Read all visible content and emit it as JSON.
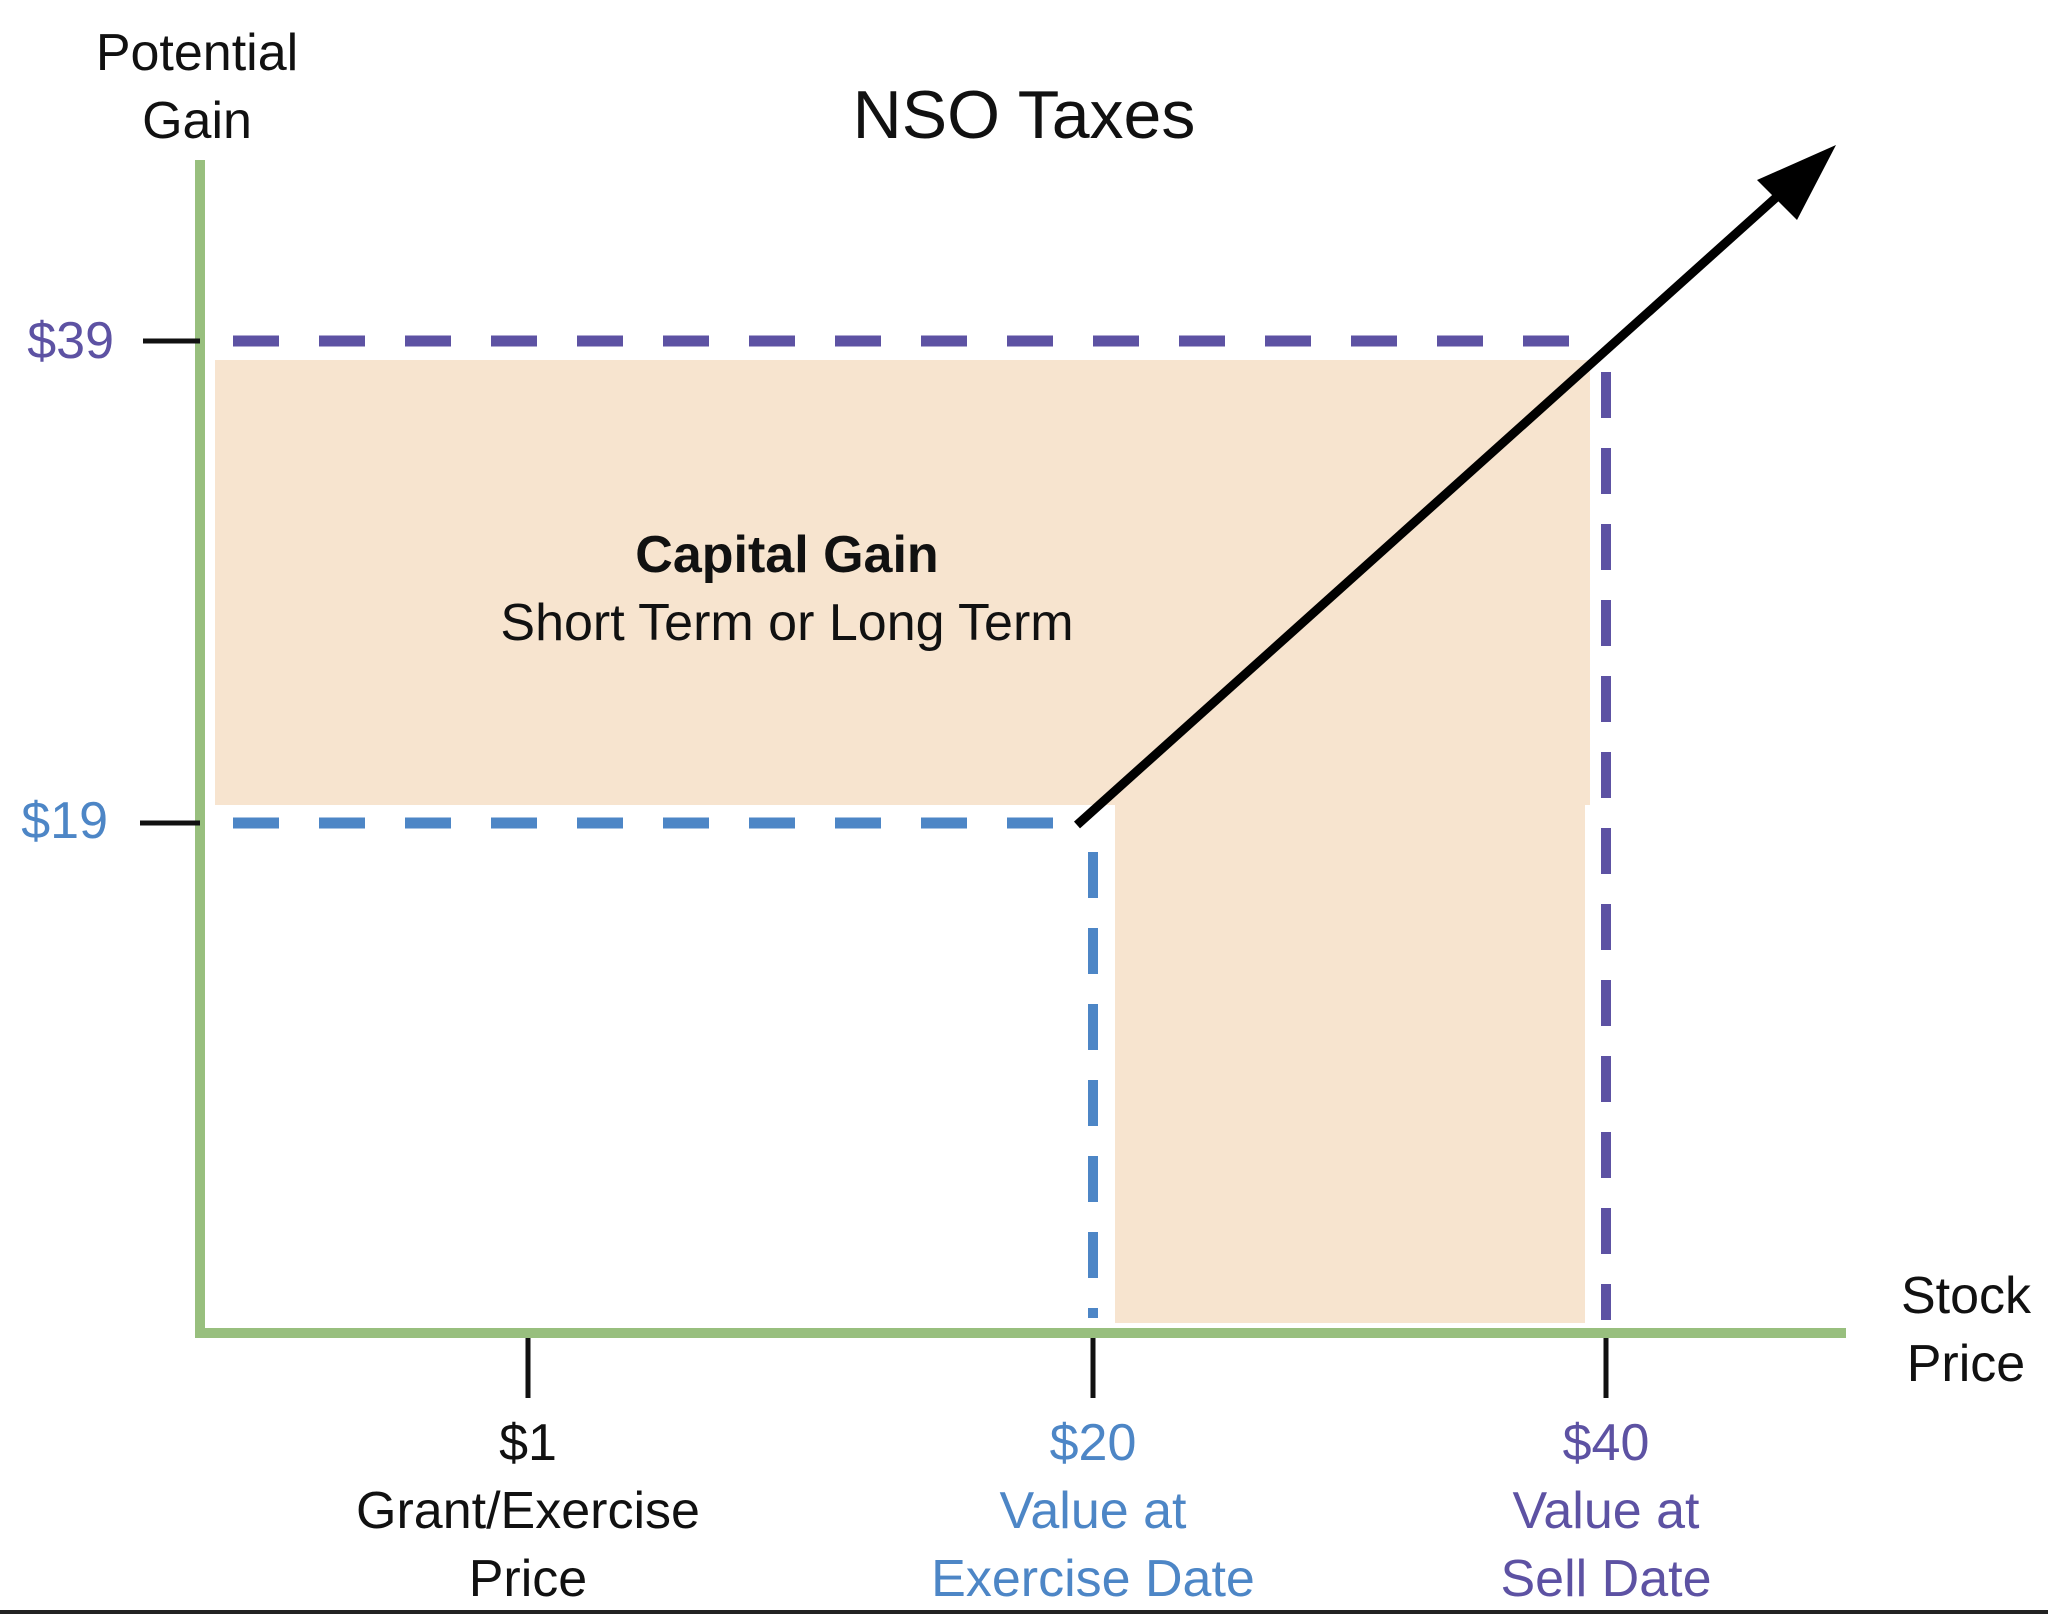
{
  "title": "NSO Taxes",
  "y_axis_label": [
    "Potential",
    "Gain"
  ],
  "x_axis_label": [
    "Stock",
    "Price"
  ],
  "y_ticks": [
    {
      "label": "$39",
      "value": 39,
      "color": "#5d52a3"
    },
    {
      "label": "$19",
      "value": 19,
      "color": "#4d86c6"
    }
  ],
  "x_ticks": [
    {
      "value_label": "$1",
      "desc": [
        "Grant/Exercise",
        "Price"
      ],
      "value": 1,
      "color": "#111111"
    },
    {
      "value_label": "$20",
      "desc": [
        "Value at",
        "Exercise Date"
      ],
      "value": 20,
      "color": "#4d86c6"
    },
    {
      "value_label": "$40",
      "desc": [
        "Value at",
        "Sell Date"
      ],
      "value": 40,
      "color": "#5d52a3"
    }
  ],
  "region": {
    "heading": "Capital Gain",
    "subheading": "Short Term or Long Term",
    "fill": "#f7e4cf"
  },
  "colors": {
    "axis": "#98bf7e",
    "exercise": "#4d86c6",
    "sell": "#5d52a3",
    "arrow": "#000000"
  }
}
